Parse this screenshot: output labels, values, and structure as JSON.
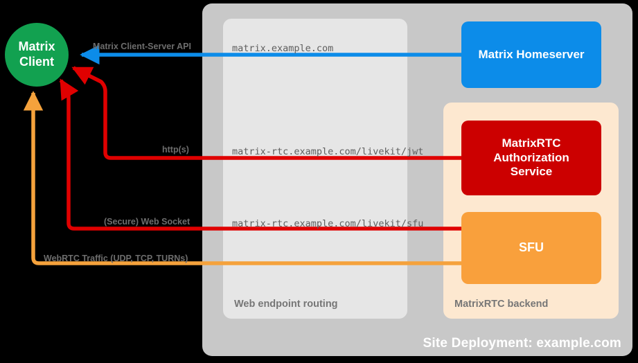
{
  "site": {
    "label": "Site Deployment: example.com",
    "color": "#c8c8c8"
  },
  "routing_zone": {
    "label": "Web endpoint routing",
    "color": "#e6e6e6"
  },
  "backend_zone": {
    "label": "MatrixRTC backend",
    "color": "#fde8d0"
  },
  "nodes": {
    "client": {
      "line1": "Matrix",
      "line2": "Client",
      "color": "#12a150"
    },
    "homeserver": {
      "label": "Matrix Homeserver",
      "color": "#0c8ce9"
    },
    "auth": {
      "line1": "MatrixRTC",
      "line2": "Authorization",
      "line3": "Service",
      "color": "#cc0000"
    },
    "sfu": {
      "label": "SFU",
      "color": "#f9a03c"
    }
  },
  "endpoints": [
    {
      "name": "matrix-endpoint",
      "value": "matrix.example.com"
    },
    {
      "name": "jwt-endpoint",
      "value": "matrix-rtc.example.com/livekit/jwt"
    },
    {
      "name": "sfu-endpoint",
      "value": "matrix-rtc.example.com/livekit/sfu"
    }
  ],
  "connections": [
    {
      "name": "client-server-api",
      "label": "Matrix Client-Server API",
      "color": "#0c8ce9"
    },
    {
      "name": "http-jwt",
      "label": "http(s)",
      "color": "#e00000"
    },
    {
      "name": "secure-web-socket",
      "label": "(Secure) Web Socket",
      "color": "#e00000"
    },
    {
      "name": "webrtc-traffic",
      "label": "WebRTC Traffic (UDP, TCP, TURNs)",
      "color": "#f5a23c"
    }
  ]
}
